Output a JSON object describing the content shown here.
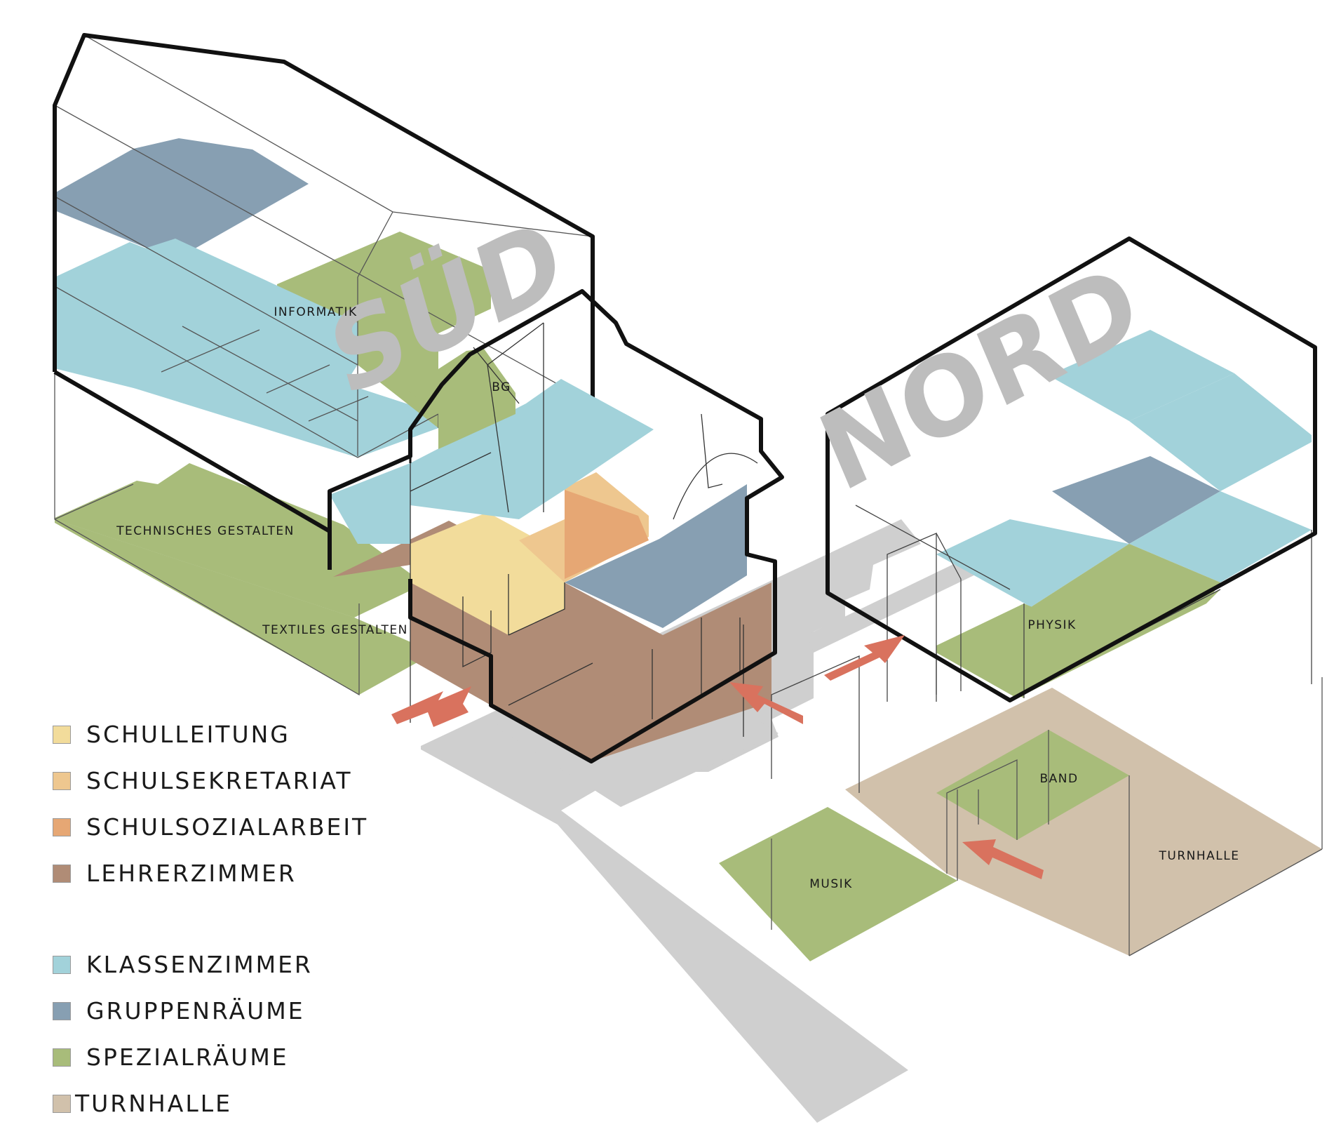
{
  "colors": {
    "schulleitung": "#f2dc9b",
    "schulsekretariat": "#eec78f",
    "schulsozialarbeit": "#e6a774",
    "lehrerzimmer": "#b08c76",
    "klassenzimmer": "#a2d2da",
    "gruppenraeume": "#879fb2",
    "spezialraeume": "#a8bc7a",
    "turnhalle": "#d1c1ab",
    "ground": "#cfcfcf",
    "arrow": "#d9725e",
    "outline": "#111111"
  },
  "buildings": {
    "sued": "SÜD",
    "nord": "NORD"
  },
  "rooms": {
    "informatik": "INFORMATIK",
    "bg": "BG",
    "technisches_gestalten": "TECHNISCHES GESTALTEN",
    "textiles_gestalten": "TEXTILES GESTALTEN",
    "physik": "PHYSIK",
    "band": "BAND",
    "musik": "MUSIK",
    "turnhalle": "TURNHALLE"
  },
  "legend": [
    {
      "label": "SCHULLEITUNG",
      "color": "#f2dc9b",
      "icon": "color-swatch"
    },
    {
      "label": "SCHULSEKRETARIAT",
      "color": "#eec78f",
      "icon": "color-swatch"
    },
    {
      "label": "SCHULSOZIALARBEIT",
      "color": "#e6a774",
      "icon": "color-swatch"
    },
    {
      "label": "LEHRERZIMMER",
      "color": "#b08c76",
      "icon": "color-swatch"
    },
    {
      "label": "KLASSENZIMMER",
      "color": "#a2d2da",
      "icon": "color-swatch"
    },
    {
      "label": "GRUPPENRÄUME",
      "color": "#879fb2",
      "icon": "color-swatch"
    },
    {
      "label": "SPEZIALRÄUME",
      "color": "#a8bc7a",
      "icon": "color-swatch"
    },
    {
      "label": "TURNHALLE",
      "color": "#d1c1ab",
      "icon": "color-swatch"
    }
  ]
}
